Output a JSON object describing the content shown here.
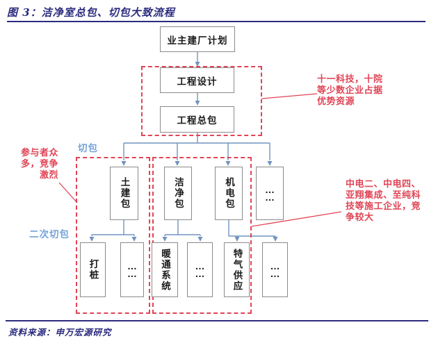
{
  "figure": {
    "title": "图 3：洁净室总包、切包大致流程",
    "source": "资料来源：申万宏源研究"
  },
  "labels": {
    "cut_package": "切包",
    "secondary_cut_package": "二次切包"
  },
  "nodes": {
    "owner_plan": "业主建厂计划",
    "engineering_design": "工程设计",
    "general_contract": "工程总包",
    "civil_package": "土建包",
    "clean_package": "洁净包",
    "mech_elec_package": "机电包",
    "tier2_more": "…\n…",
    "piling": "打桩",
    "tier3_more_1": "…\n…",
    "hvac_system": "暖通系统",
    "tier3_more_2": "…\n…",
    "special_gas_supply": "特气供应",
    "tier3_more_3": "…\n…"
  },
  "annotations": {
    "top_right": "十一科技，十院\n等少数企业占据\n优势资源",
    "left": "参与者众\n多，竞争\n　　激烈",
    "bottom_right": "中电二、中电四、\n亚翔集成、至纯科\n技等施工企业，竞\n争较大"
  },
  "colors": {
    "title_navy": "#2b2b7e",
    "dashed_red": "#e04455",
    "annotation_red": "#e04455",
    "label_blue": "#72a2d8",
    "connector_blue": "#7193bf",
    "box_border_gray": "#8a8a8a"
  }
}
